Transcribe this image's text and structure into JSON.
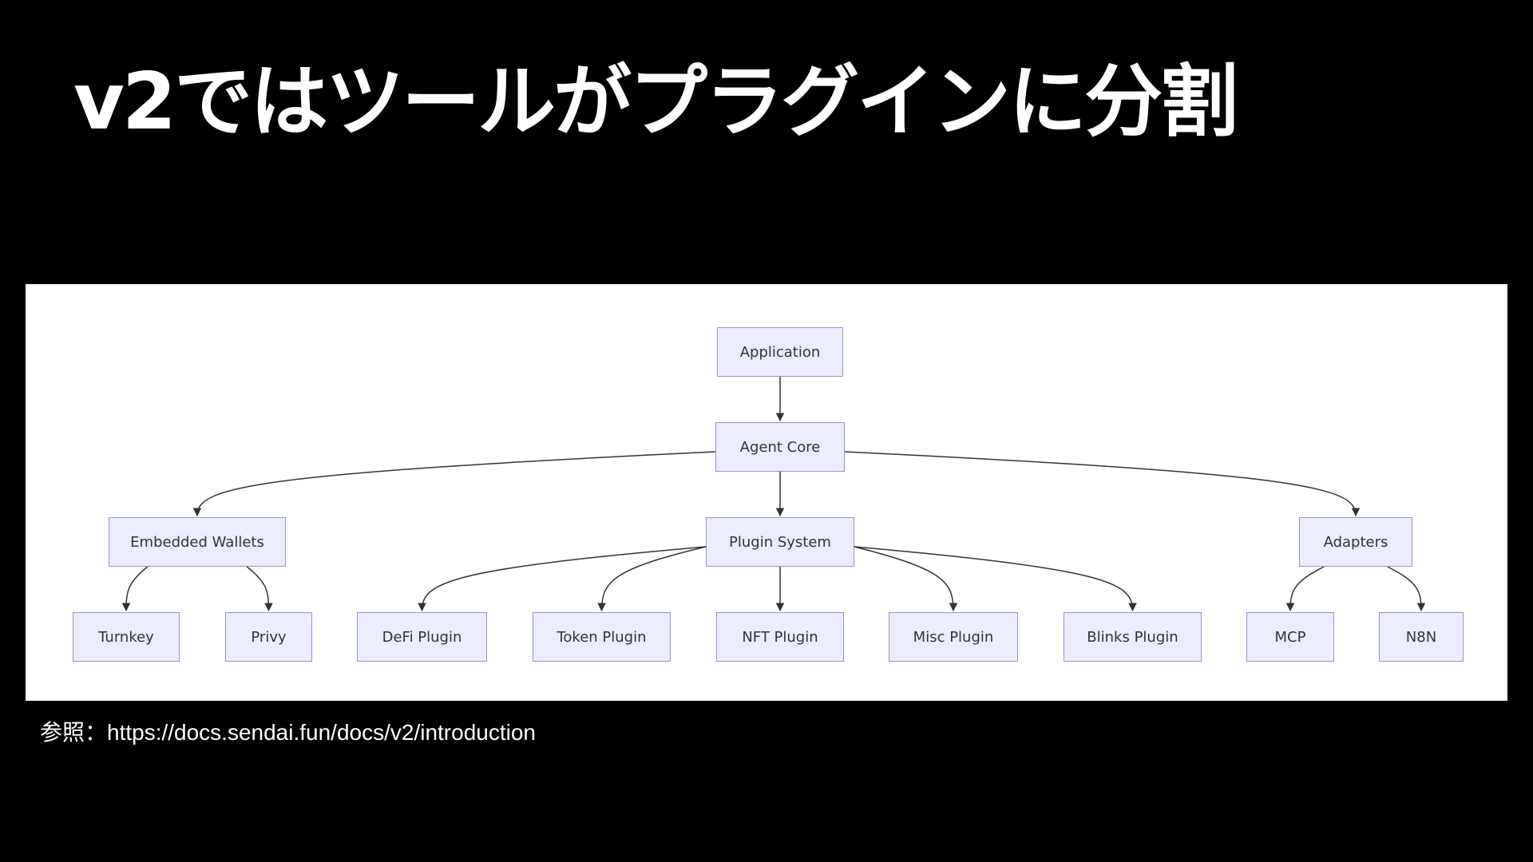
{
  "title": "v2ではツールがプラグインに分割",
  "reference": "参照：https://docs.sendai.fun/docs/v2/introduction",
  "colors": {
    "background": "#000000",
    "panel": "#ffffff",
    "node_fill": "#ececff",
    "node_border": "#9a90d6",
    "edge": "#333333"
  },
  "diagram": {
    "nodes": {
      "application": "Application",
      "agent_core": "Agent Core",
      "embedded_wallets": "Embedded Wallets",
      "plugin_system": "Plugin System",
      "adapters": "Adapters",
      "turnkey": "Turnkey",
      "privy": "Privy",
      "defi_plugin": "DeFi Plugin",
      "token_plugin": "Token Plugin",
      "nft_plugin": "NFT Plugin",
      "misc_plugin": "Misc Plugin",
      "blinks_plugin": "Blinks Plugin",
      "mcp": "MCP",
      "n8n": "N8N"
    },
    "edges": [
      [
        "application",
        "agent_core"
      ],
      [
        "agent_core",
        "embedded_wallets"
      ],
      [
        "agent_core",
        "plugin_system"
      ],
      [
        "agent_core",
        "adapters"
      ],
      [
        "embedded_wallets",
        "turnkey"
      ],
      [
        "embedded_wallets",
        "privy"
      ],
      [
        "plugin_system",
        "defi_plugin"
      ],
      [
        "plugin_system",
        "token_plugin"
      ],
      [
        "plugin_system",
        "nft_plugin"
      ],
      [
        "plugin_system",
        "misc_plugin"
      ],
      [
        "plugin_system",
        "blinks_plugin"
      ],
      [
        "adapters",
        "mcp"
      ],
      [
        "adapters",
        "n8n"
      ]
    ]
  }
}
